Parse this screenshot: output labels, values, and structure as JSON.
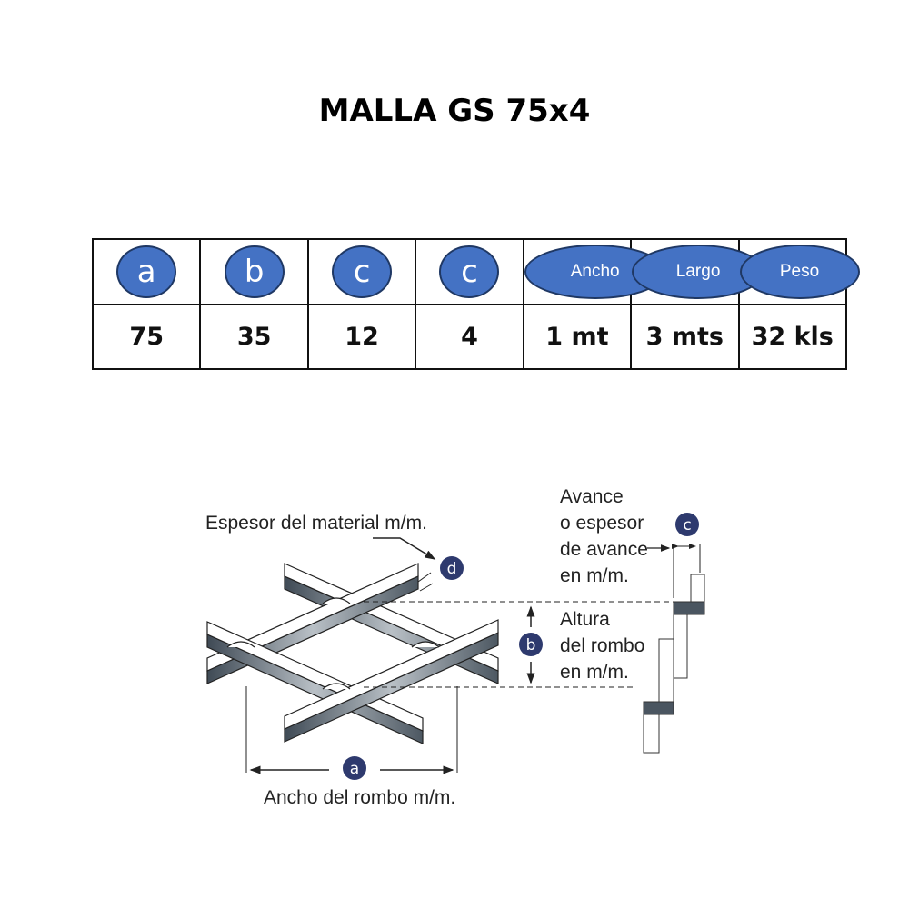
{
  "title": "MALLA GS 75x4",
  "table": {
    "headers": [
      "a",
      "b",
      "c",
      "c",
      "Ancho",
      "Largo",
      "Peso"
    ],
    "values": [
      "75",
      "35",
      "12",
      "4",
      "1 mt",
      "3 mts",
      "32 kls"
    ]
  },
  "diagram": {
    "label_espesor": "Espesor del material m/m.",
    "label_avance": [
      "Avance",
      "o espesor",
      "de avance",
      "en m/m."
    ],
    "label_altura": [
      "Altura",
      "del rombo",
      "en m/m."
    ],
    "label_ancho": "Ancho del rombo m/m.",
    "markers": {
      "a": "a",
      "b": "b",
      "c": "c",
      "d": "d"
    },
    "colors": {
      "badge": "#4472c4",
      "marker": "#2e3a6e",
      "steel": "#5d6a75"
    }
  }
}
